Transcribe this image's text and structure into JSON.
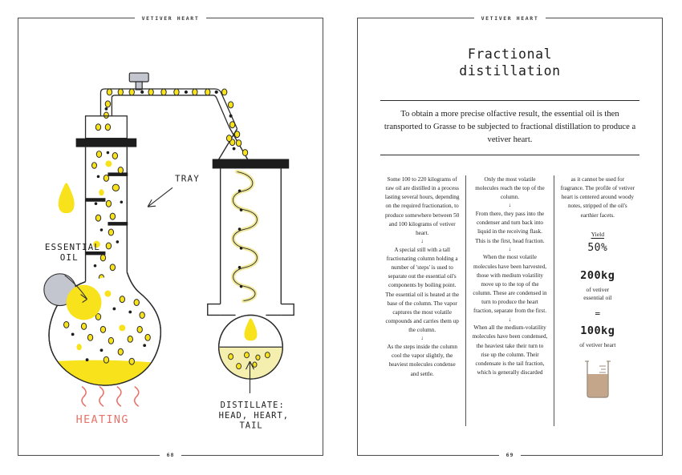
{
  "spread": {
    "running_head": "VETIVER HEART",
    "left_folio": "68",
    "right_folio": "69"
  },
  "illustration": {
    "labels": {
      "tray": "TRAY",
      "essential_oil_line1": "ESSENTIAL",
      "essential_oil_line2": "OIL",
      "heating": "HEATING",
      "distillate_line1": "DISTILLATE:",
      "distillate_line2": "HEAD, HEART,",
      "distillate_line3": "TAIL"
    },
    "colors": {
      "yellow": "#F7E21C",
      "pale_yellow": "#F5F0AE",
      "ink": "#2b2b2b",
      "grey_valve": "#B9BCC6",
      "heat_red": "#E8736A",
      "beaker_liquid": "#C4A68A"
    }
  },
  "right_page": {
    "title_line1": "Fractional",
    "title_line2": "distillation",
    "lede": "To obtain a more precise olfactive result, the essential oil is then transported to Grasse to be subjected to fractional distillation to produce a vetiver heart.",
    "columns": [
      {
        "blocks": [
          "Some 100 to 220 kilograms of raw oil are distilled in a process lasting several hours, depending on the required fractionation, to produce somewhere between 50 and 100 kilograms of vetiver heart.",
          "A special still with a tall fractionating column holding a number of 'steps' is used to separate out the essential oil's components by boiling point. The essential oil is heated at the base of the column. The vapor captures the most volatile compounds and carries them up the column.",
          "As the steps inside the column cool the vapor slightly, the heaviest molecules condense and settle."
        ]
      },
      {
        "blocks": [
          "Only the most volatile molecules reach the top of the column.",
          "From there, they pass into the condenser and turn back into liquid in the receiving flask. This is the first, head fraction.",
          "When the most volatile molecules have been harvested, those with medium volatility move up to the top of the column. These are condensed in turn to produce the heart fraction, separate from the first.",
          "When all the medium-volatility molecules have been condensed, the heaviest take their turn to rise up the column. Their condensate is the tail fraction, which is generally discarded"
        ]
      }
    ],
    "column3": {
      "text": "as it cannot be used for fragrance. The profile of vetiver heart is centered around woody notes, stripped of the oil's earthier facets.",
      "yield_label": "Yield",
      "yield_value": "50%",
      "input_amount": "200kg",
      "input_desc_line1": "of vetiver",
      "input_desc_line2": "essential oil",
      "equals": "=",
      "output_amount": "100kg",
      "output_desc": "of vetiver heart"
    },
    "arrow_glyph": "↓"
  }
}
